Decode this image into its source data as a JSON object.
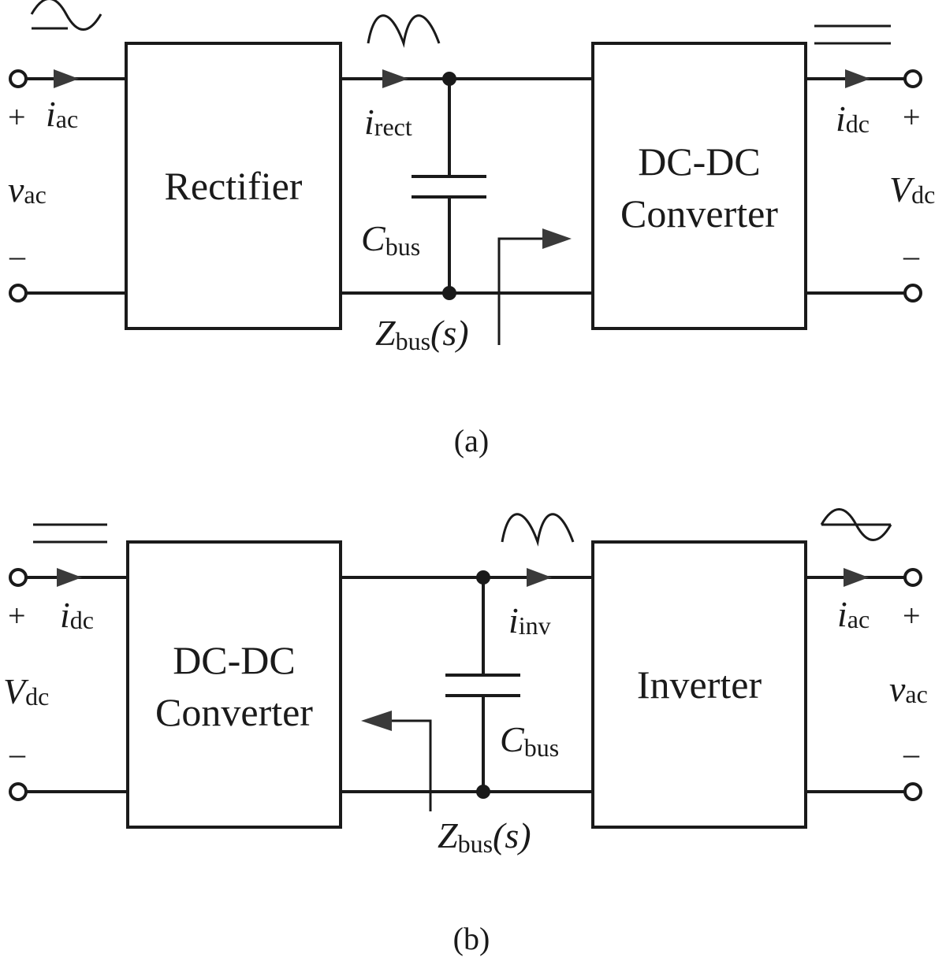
{
  "diagram_a": {
    "caption": "(a)",
    "blocks": {
      "rectifier": "Rectifier",
      "dcdc_line1": "DC-DC",
      "dcdc_line2": "Converter"
    },
    "left_port": {
      "plus": "+",
      "minus": "–",
      "current_var": "i",
      "current_sub": "ac",
      "voltage_var": "v",
      "voltage_sub": "ac"
    },
    "bus": {
      "current_var": "i",
      "current_sub": "rect",
      "cap_var": "C",
      "cap_sub": "bus",
      "z_var": "Z",
      "z_sub": "bus",
      "z_arg": "(s)",
      "z_arg_var": "s"
    },
    "right_port": {
      "plus": "+",
      "minus": "–",
      "current_var": "i",
      "current_sub": "dc",
      "voltage_var": "V",
      "voltage_sub": "dc"
    },
    "waveforms": {
      "left": "sine-wave-icon",
      "bus": "rectified-sine-icon",
      "right": "dc-level-icon"
    }
  },
  "diagram_b": {
    "caption": "(b)",
    "blocks": {
      "dcdc_line1": "DC-DC",
      "dcdc_line2": "Converter",
      "inverter": "Inverter"
    },
    "left_port": {
      "plus": "+",
      "minus": "–",
      "current_var": "i",
      "current_sub": "dc",
      "voltage_var": "V",
      "voltage_sub": "dc"
    },
    "bus": {
      "current_var": "i",
      "current_sub": "inv",
      "cap_var": "C",
      "cap_sub": "bus",
      "z_var": "Z",
      "z_sub": "bus",
      "z_arg_var": "s"
    },
    "right_port": {
      "plus": "+",
      "minus": "–",
      "current_var": "i",
      "current_sub": "ac",
      "voltage_var": "v",
      "voltage_sub": "ac"
    },
    "waveforms": {
      "left": "dc-level-icon",
      "bus": "rectified-sine-icon",
      "right": "sine-wave-icon"
    }
  }
}
